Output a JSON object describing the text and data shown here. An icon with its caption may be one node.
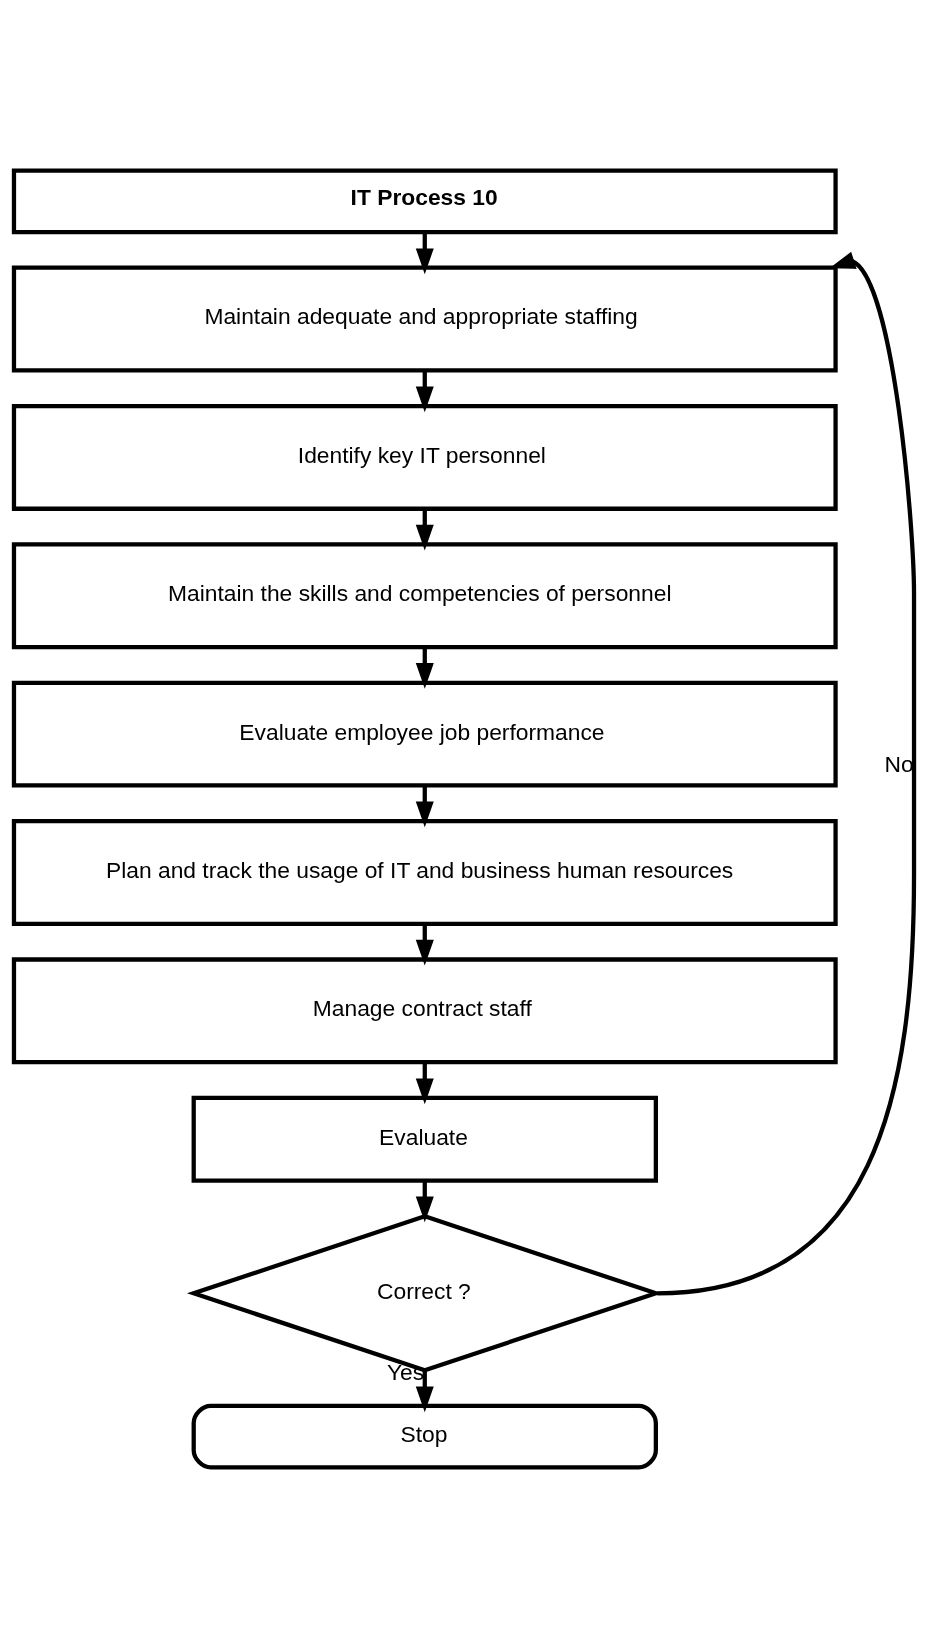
{
  "diagram": {
    "nodes": [
      {
        "text": [
          "IT Process 10"
        ]
      },
      {
        "text": [
          "Maintain adequate and appropriate staffing"
        ]
      },
      {
        "text": [
          "Identify key IT personnel"
        ]
      },
      {
        "text": [
          "Maintain the skills and competencies of personnel"
        ]
      },
      {
        "text": [
          "Evaluate employee job performance"
        ]
      },
      {
        "text": [
          "Plan and track the usage of IT and business human resources"
        ]
      },
      {
        "text": [
          "Manage contract staff"
        ]
      },
      {
        "text": [
          "Evaluate"
        ]
      },
      {
        "text": [
          "Correct ?"
        ]
      },
      {
        "text": [
          "Stop"
        ]
      }
    ],
    "edges": [
      {
        "from": 0,
        "to": 1,
        "arrow": "to"
      },
      {
        "from": 1,
        "to": 2,
        "arrow": "to"
      },
      {
        "from": 2,
        "to": 3,
        "arrow": "to"
      },
      {
        "from": 3,
        "to": 4,
        "arrow": "to"
      },
      {
        "from": 4,
        "to": 5,
        "arrow": "to"
      },
      {
        "from": 5,
        "to": 6,
        "arrow": "to"
      },
      {
        "from": 6,
        "to": 7,
        "arrow": "to"
      },
      {
        "from": 7,
        "to": 8,
        "arrow": "to"
      },
      {
        "from": 8,
        "to": 9,
        "label": "Yes",
        "arrow": "to"
      },
      {
        "from": 8,
        "to": 1,
        "label": "No",
        "arrow": "to"
      }
    ]
  }
}
